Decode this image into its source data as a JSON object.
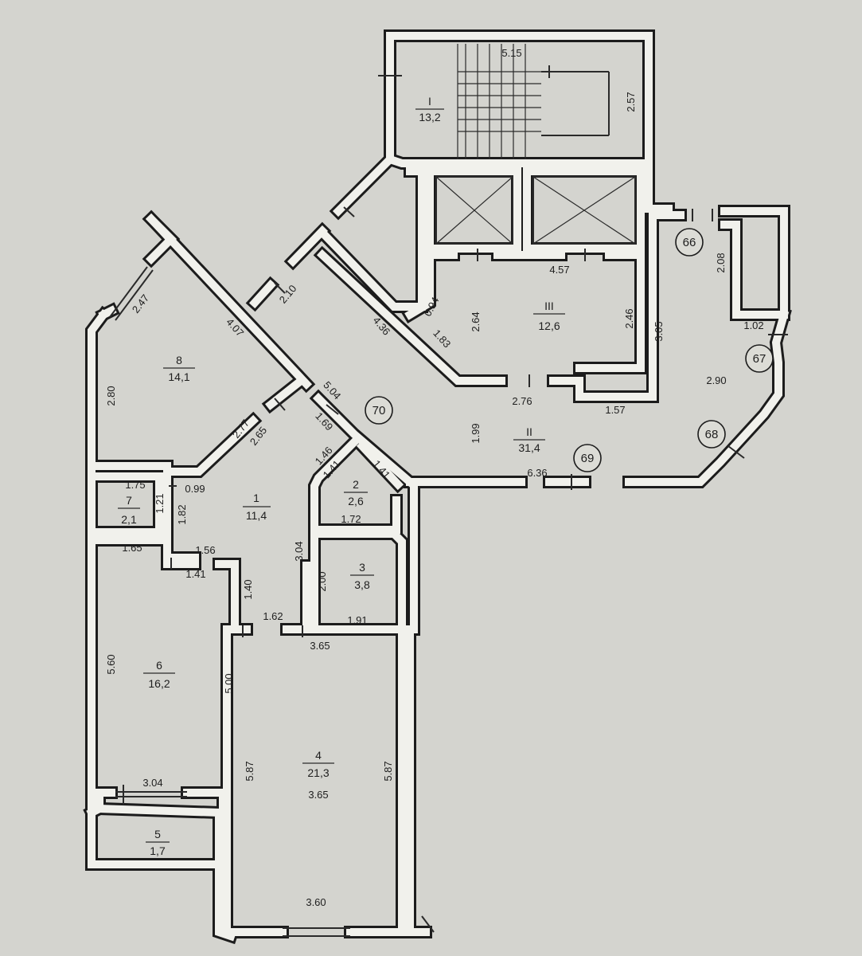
{
  "rooms": [
    {
      "id": "I",
      "area": "13,2"
    },
    {
      "id": "II",
      "area": "31,4"
    },
    {
      "id": "III",
      "area": "12,6"
    },
    {
      "id": "1",
      "area": "11,4"
    },
    {
      "id": "2",
      "area": "2,6"
    },
    {
      "id": "3",
      "area": "3,8"
    },
    {
      "id": "4",
      "area": "21,3"
    },
    {
      "id": "5",
      "area": "1,7"
    },
    {
      "id": "6",
      "area": "16,2"
    },
    {
      "id": "7",
      "area": "2,1"
    },
    {
      "id": "8",
      "area": "14,1"
    }
  ],
  "markers": [
    "66",
    "67",
    "68",
    "69",
    "70"
  ],
  "dimensions": [
    "5.15",
    "2.57",
    "4.57",
    "2.64",
    "2.46",
    "0.94",
    "1.83",
    "2.76",
    "1.57",
    "3.05",
    "2.08",
    "1.02",
    "2.90",
    "1.99",
    "6.36",
    "4.36",
    "2.10",
    "2.47",
    "4.07",
    "2.80",
    "5.04",
    "1.69",
    "2.77",
    "2.65",
    "1.46",
    "1.41",
    "1.41",
    "1.72",
    "1.75",
    "0.99",
    "1.21",
    "1.82",
    "3.04",
    "2.00",
    "1.91",
    "1.62",
    "1.65",
    "1.56",
    "1.41",
    "1.40",
    "3.65",
    "5.60",
    "5.00",
    "5.87",
    "5.87",
    "3.65",
    "3.04",
    "3.60"
  ]
}
